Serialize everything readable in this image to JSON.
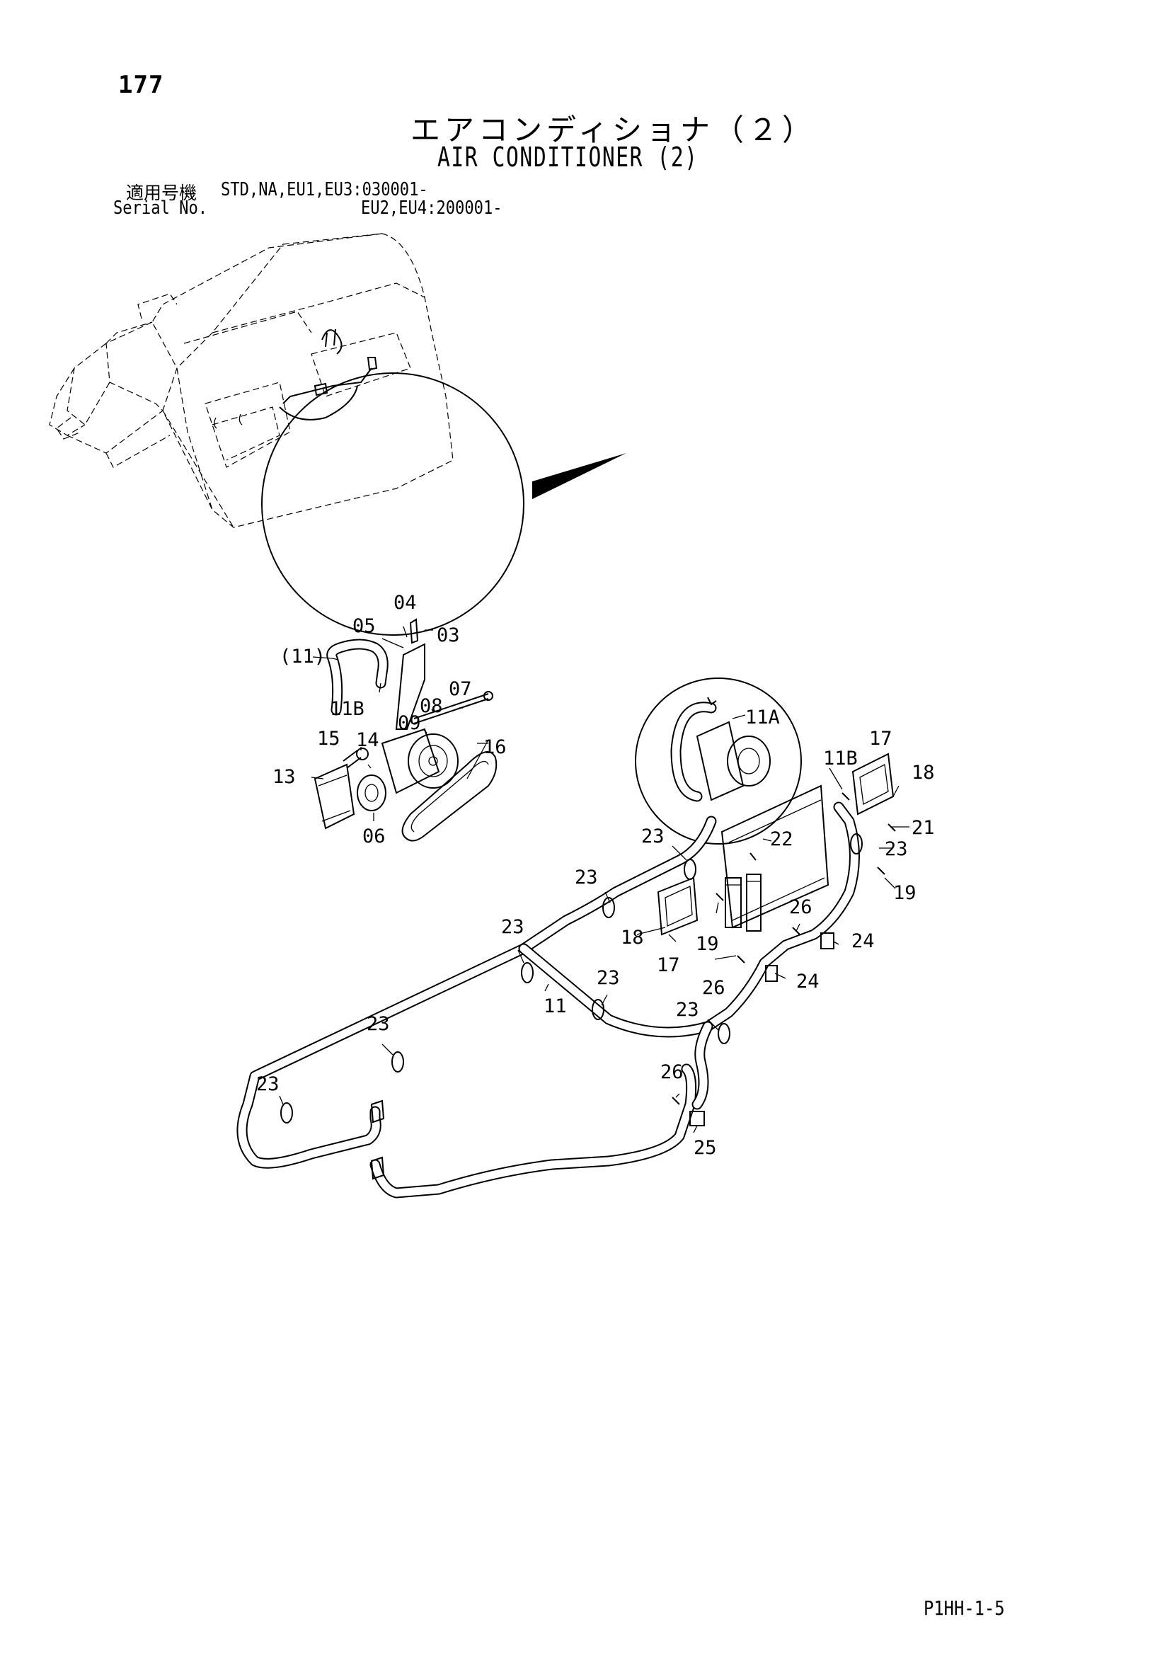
{
  "header": {
    "page_number": "177",
    "title_jp": "エアコンディショナ（２）",
    "title_en": "AIR CONDITIONER (2)",
    "serial_label_jp": "適用号機",
    "serial_label_en": "Serial No.",
    "serial_line1": "STD,NA,EU1,EU3:030001-",
    "serial_line2": "EU2,EU4:200001-"
  },
  "footer": {
    "drawing_code": "P1HH-1-5"
  },
  "callouts": {
    "c03": "03",
    "c04": "04",
    "c05": "05",
    "c06": "06",
    "c07": "07",
    "c08": "08",
    "c09": "09",
    "c11_paren": "(11)",
    "c11b_detail": "11B",
    "c13": "13",
    "c14": "14",
    "c15": "15",
    "c16": "16",
    "c11a": "11A",
    "c11b": "11B",
    "c17_top": "17",
    "c18_top": "18",
    "c21": "21",
    "c23_a": "23",
    "c23_b": "23",
    "c23_c": "23",
    "c23_d": "23",
    "c23_e": "23",
    "c23_f": "23",
    "c23_g": "23",
    "c23_h": "23",
    "c22": "22",
    "c19_a": "19",
    "c19_b": "19",
    "c18_mid": "18",
    "c17_mid": "17",
    "c26_a": "26",
    "c26_b": "26",
    "c26_c": "26",
    "c24_a": "24",
    "c24_b": "24",
    "c11": "11",
    "c25": "25"
  }
}
